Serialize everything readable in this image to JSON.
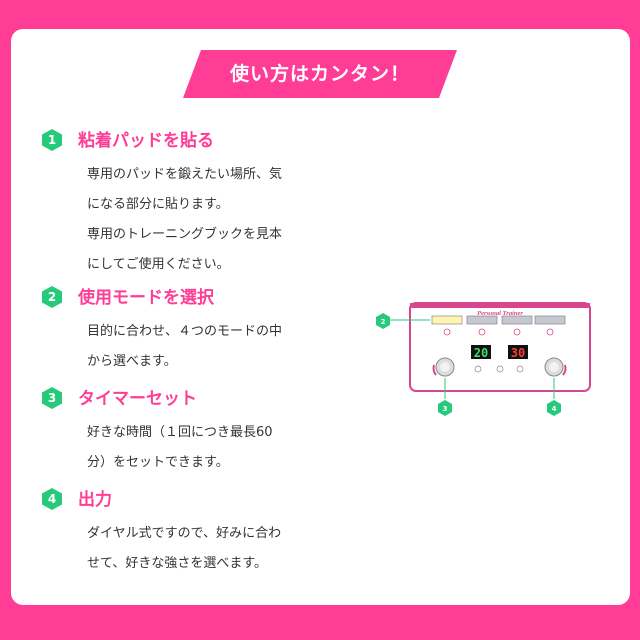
{
  "banner": {
    "title": "使い方はカンタン！"
  },
  "steps": [
    {
      "number": "1",
      "title": "粘着パッドを貼る",
      "lines": [
        "専用のパッドを鍛えたい場所、気",
        "になる部分に貼ります。",
        "専用のトレーニングブックを見本",
        "にしてご使用ください。"
      ]
    },
    {
      "number": "2",
      "title": "使用モードを選択",
      "lines": [
        "目的に合わせ、４つのモードの中",
        "から選べます。"
      ]
    },
    {
      "number": "3",
      "title": "タイマーセット",
      "lines": [
        "好きな時間（１回につき最長60",
        "分）をセットできます。"
      ]
    },
    {
      "number": "4",
      "title": "出力",
      "lines": [
        "ダイヤル式ですので、好みに合わ",
        "せて、好きな強さを選べます。"
      ]
    }
  ],
  "device": {
    "brand": "Personal Trainer",
    "timer_display": "20",
    "intensity_display": "30",
    "callouts": [
      "2",
      "3",
      "4"
    ]
  },
  "colors": {
    "accent": "#ff3d96",
    "badge": "#27c97a",
    "device_trim": "#d9468f"
  }
}
